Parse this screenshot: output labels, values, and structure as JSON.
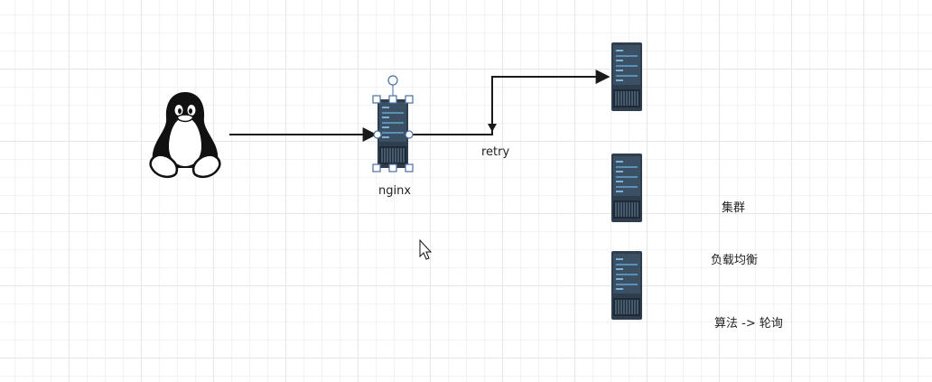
{
  "diagram": {
    "nodes": {
      "client": {
        "icon": "linux-penguin-icon"
      },
      "proxy": {
        "label": "nginx",
        "icon": "server-icon",
        "selected": true
      },
      "backends": [
        {
          "icon": "server-icon"
        },
        {
          "icon": "server-icon"
        },
        {
          "icon": "server-icon"
        }
      ]
    },
    "edges": [
      {
        "from": "client",
        "to": "proxy"
      },
      {
        "from": "proxy",
        "to": "backend-1",
        "label": "retry"
      }
    ],
    "notes": [
      "集群",
      "负载均衡",
      "算法 -> 轮询"
    ],
    "colors": {
      "server_body": "#2e3e4e",
      "server_panel": "#3c5064",
      "server_line": "#5a8fb8",
      "selection_handle": "#4a6fa5",
      "edge": "#1a1a1a"
    }
  }
}
